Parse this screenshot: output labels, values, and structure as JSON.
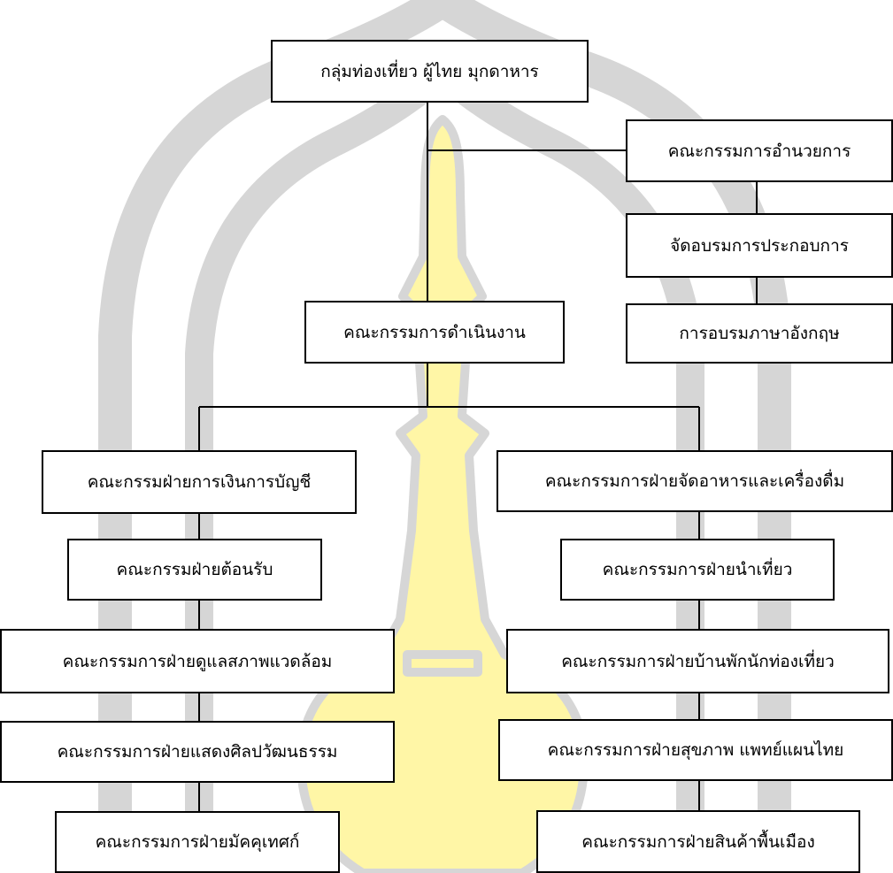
{
  "org_chart": {
    "root": "กลุ่มท่องเที่ยว ผู้ไทย มุกดาหาร",
    "management_committee": "คณะกรรมการอำนวยการ",
    "training_operator": "จัดอบรมการประกอบการ",
    "training_english": "การอบรมภาษาอังกฤษ",
    "operating_committee": "คณะกรรมการดำเนินงาน",
    "finance": "คณะกรรมฝ่ายการเงินการบัญชี",
    "reception": "คณะกรรมฝ่ายต้อนรับ",
    "environment": "คณะกรรมการฝ่ายดูแลสภาพแวดล้อม",
    "arts_culture": "คณะกรรมการฝ่ายแสดงศิลปวัฒนธรรม",
    "guide_interpreter": "คณะกรรมการฝ่ายมัคคุเทศก์",
    "food_beverage": "คณะกรรมการฝ่ายจัดอาหารและเครื่องดื่ม",
    "tour_guide": "คณะกรรมการฝ่ายนำเที่ยว",
    "homestay": "คณะกรรมการฝ่ายบ้านพักนักท่องเที่ยว",
    "health_thai_medicine": "คณะกรรมการฝ่ายสุขภาพ แพทย์แผนไทย",
    "local_products": "คณะกรรมการฝ่ายสินค้าพื้นเมือง"
  },
  "colors": {
    "watermark_gray": "#d6d6d6",
    "watermark_yellow": "#fff6a6",
    "line": "#000000"
  }
}
